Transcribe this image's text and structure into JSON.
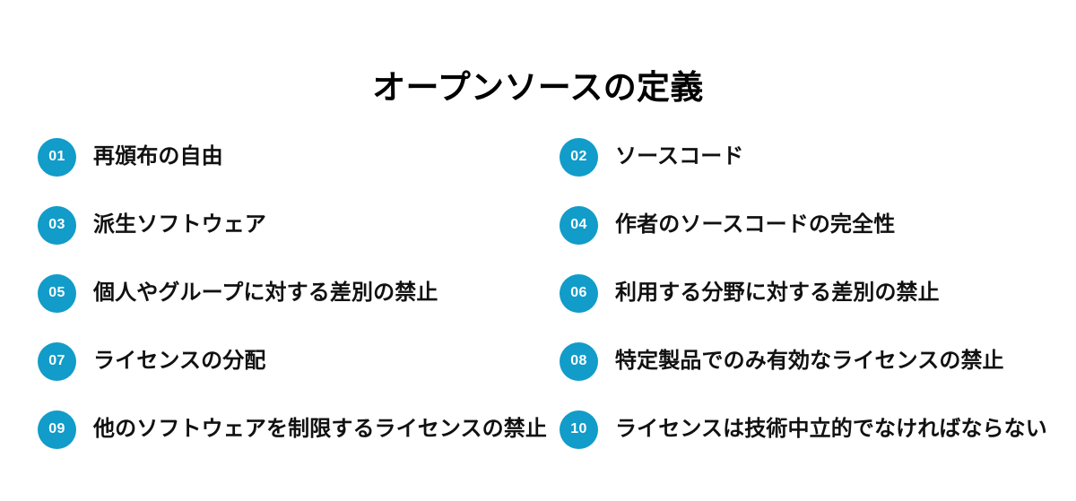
{
  "header": {
    "title": "オープンソースの定義"
  },
  "theme": {
    "background": "#ffffff",
    "badge_fill": "#119CC9",
    "badge_text": "#ffffff",
    "title_color": "#000000",
    "item_text_color": "#111111"
  },
  "list": {
    "rows": [
      {
        "left": {
          "number": "01",
          "label": "再頒布の自由"
        },
        "right": {
          "number": "02",
          "label": "ソースコード"
        }
      },
      {
        "left": {
          "number": "03",
          "label": "派生ソフトウェア"
        },
        "right": {
          "number": "04",
          "label": "作者のソースコードの完全性"
        }
      },
      {
        "left": {
          "number": "05",
          "label": "個人やグループに対する差別の禁止"
        },
        "right": {
          "number": "06",
          "label": "利用する分野に対する差別の禁止"
        }
      },
      {
        "left": {
          "number": "07",
          "label": "ライセンスの分配"
        },
        "right": {
          "number": "08",
          "label": "特定製品でのみ有効なライセンスの禁止"
        }
      },
      {
        "left": {
          "number": "09",
          "label": "他のソフトウェアを制限するライセンスの禁止"
        },
        "right": {
          "number": "10",
          "label": "ライセンスは技術中立的でなければならない"
        }
      }
    ]
  }
}
